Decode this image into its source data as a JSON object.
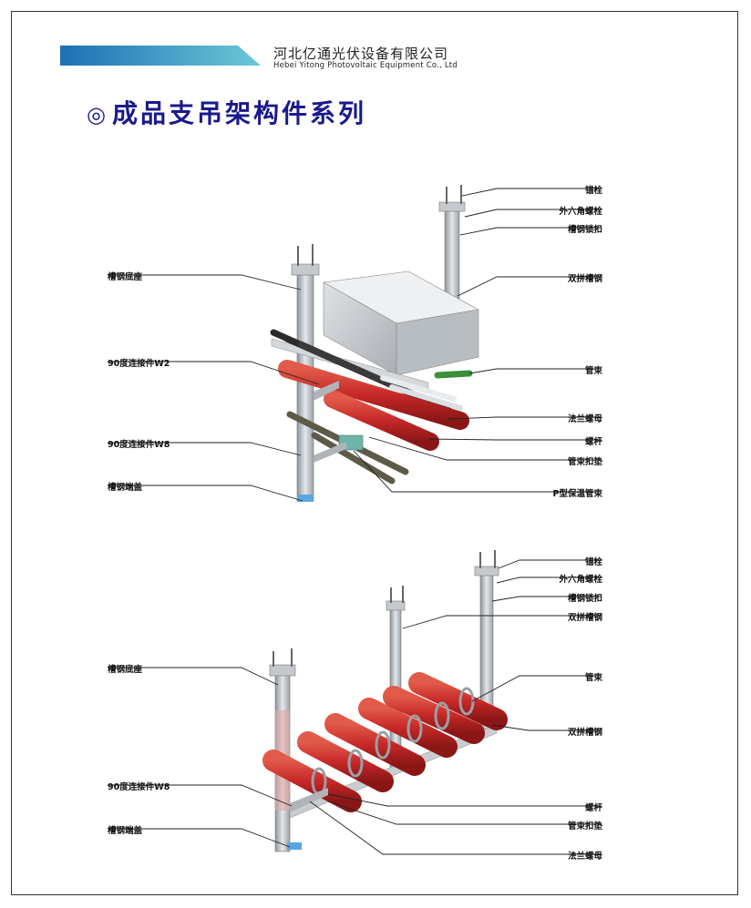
{
  "header": {
    "company_cn": "河北亿通光伏设备有限公司",
    "company_en": "Hebei Yitong Photovoltaic Equipment Co., Ltd",
    "title_icon": "◎",
    "title": "成品支吊架构件系列"
  },
  "diagram1": {
    "left_labels": [
      "槽钢底座",
      "90度连接件W2",
      "90度连接件W8",
      "槽钢端盖"
    ],
    "right_labels": [
      "锚栓",
      "外六角螺栓",
      "槽钢锁扣",
      "双拼槽钢",
      "管束",
      "法兰螺母",
      "螺杆",
      "管束扣垫",
      "P型保温管束"
    ]
  },
  "diagram2": {
    "left_labels": [
      "槽钢底座",
      "90度连接件W8",
      "槽钢端盖"
    ],
    "right_labels": [
      "锚栓",
      "外六角螺栓",
      "槽钢锁扣",
      "双拼槽钢",
      "管束",
      "双拼槽钢",
      "螺杆",
      "管束扣垫",
      "法兰螺母"
    ]
  },
  "colors": {
    "title": "#1a1a8c",
    "banner_start": "#1f6fb5",
    "banner_end": "#6cc8d6",
    "pipe_red": "#c62828",
    "pipe_dark": "#2b2b2b",
    "steel": "#b8bcc2"
  }
}
